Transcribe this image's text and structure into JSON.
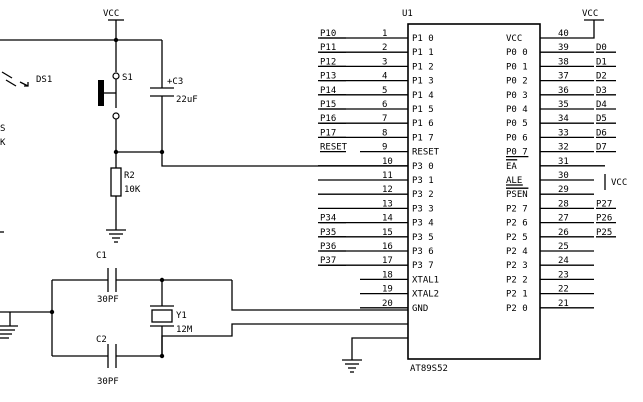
{
  "power": {
    "vcc_top_left": "VCC",
    "vcc_top_right": "VCC",
    "vcc_ea": "VCC"
  },
  "components": {
    "led": {
      "ref": "DS1"
    },
    "led_cut": {
      "line1": "S",
      "line2": "K"
    },
    "switch": {
      "ref": "S1"
    },
    "cap_c3": {
      "ref": "C3",
      "value": "22uF"
    },
    "res_r2": {
      "ref": "R2",
      "value": "10K"
    },
    "cap_c1": {
      "ref": "C1",
      "value": "30PF"
    },
    "cap_c2": {
      "ref": "C2",
      "value": "30PF"
    },
    "crystal": {
      "ref": "Y1",
      "value": "12M"
    }
  },
  "chip": {
    "ref": "U1",
    "part": "AT89S52",
    "left_pins": [
      {
        "num": "1",
        "name": "P1 0",
        "net": "P10"
      },
      {
        "num": "2",
        "name": "P1 1",
        "net": "P11"
      },
      {
        "num": "3",
        "name": "P1 2",
        "net": "P12"
      },
      {
        "num": "4",
        "name": "P1 3",
        "net": "P13"
      },
      {
        "num": "5",
        "name": "P1 4",
        "net": "P14"
      },
      {
        "num": "6",
        "name": "P1 5",
        "net": "P15"
      },
      {
        "num": "7",
        "name": "P1 6",
        "net": "P16"
      },
      {
        "num": "8",
        "name": "P1 7",
        "net": "P17"
      },
      {
        "num": "9",
        "name": "RESET",
        "net": "RESET"
      },
      {
        "num": "10",
        "name": "P3 0",
        "net": ""
      },
      {
        "num": "11",
        "name": "P3 1",
        "net": ""
      },
      {
        "num": "12",
        "name": "P3 2",
        "net": ""
      },
      {
        "num": "13",
        "name": "P3 3",
        "net": ""
      },
      {
        "num": "14",
        "name": "P3 4",
        "net": "P34"
      },
      {
        "num": "15",
        "name": "P3 5",
        "net": "P35"
      },
      {
        "num": "16",
        "name": "P3 6",
        "net": "P36"
      },
      {
        "num": "17",
        "name": "P3 7",
        "net": "P37"
      },
      {
        "num": "18",
        "name": "XTAL1",
        "net": ""
      },
      {
        "num": "19",
        "name": "XTAL2",
        "net": ""
      },
      {
        "num": "20",
        "name": "GND",
        "net": ""
      }
    ],
    "right_pins": [
      {
        "num": "40",
        "name": "VCC",
        "net": ""
      },
      {
        "num": "39",
        "name": "P0 0",
        "net": "D0"
      },
      {
        "num": "38",
        "name": "P0 1",
        "net": "D1"
      },
      {
        "num": "37",
        "name": "P0 2",
        "net": "D2"
      },
      {
        "num": "36",
        "name": "P0 3",
        "net": "D3"
      },
      {
        "num": "35",
        "name": "P0 4",
        "net": "D4"
      },
      {
        "num": "34",
        "name": "P0 5",
        "net": "D5"
      },
      {
        "num": "33",
        "name": "P0 6",
        "net": "D6"
      },
      {
        "num": "32",
        "name": "P0 7",
        "net": "D7"
      },
      {
        "num": "31",
        "name": "EA",
        "net": ""
      },
      {
        "num": "30",
        "name": "ALE",
        "net": ""
      },
      {
        "num": "29",
        "name": "PSEN",
        "net": ""
      },
      {
        "num": "28",
        "name": "P2 7",
        "net": "P27"
      },
      {
        "num": "27",
        "name": "P2 6",
        "net": "P26"
      },
      {
        "num": "26",
        "name": "P2 5",
        "net": "P25"
      },
      {
        "num": "25",
        "name": "P2 4",
        "net": ""
      },
      {
        "num": "24",
        "name": "P2 3",
        "net": ""
      },
      {
        "num": "23",
        "name": "P2 2",
        "net": ""
      },
      {
        "num": "22",
        "name": "P2 1",
        "net": ""
      },
      {
        "num": "21",
        "name": "P2 0",
        "net": ""
      }
    ]
  }
}
